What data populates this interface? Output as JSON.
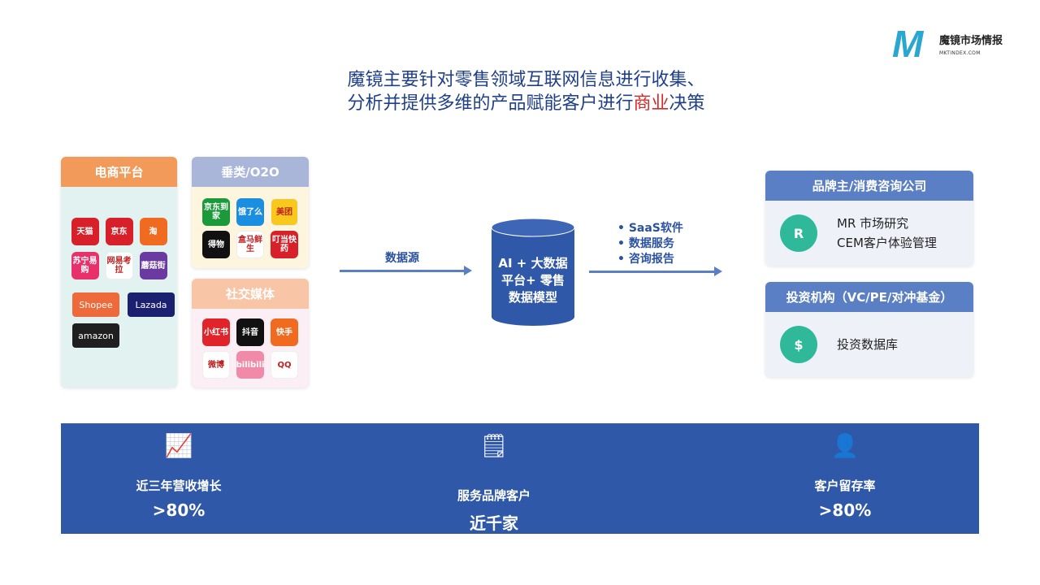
{
  "logo": {
    "mark": "M",
    "name": "魔镜市场情报",
    "url": "MKTINDEX.COM"
  },
  "title": {
    "line1": "魔镜主要针对零售领域互联网信息进行收集、",
    "line2_pre": "分析并提供多维的产品赋能客户进行",
    "line2_highlight": "商业",
    "line2_post": "决策"
  },
  "panels": {
    "ecommerce": {
      "title": "电商平台",
      "apps": [
        {
          "label": "天猫",
          "color": "#d8202a"
        },
        {
          "label": "京东",
          "color": "#d8202a"
        },
        {
          "label": "淘",
          "color": "#f06a20"
        },
        {
          "label": "苏宁易购",
          "color": "#e8306a"
        },
        {
          "label": "网易考拉",
          "color": "#ffffff"
        },
        {
          "label": "蘑菇街",
          "color": "#6a3aa0"
        }
      ],
      "wide": [
        {
          "label": "Shopee",
          "color": "#ee6a3a"
        },
        {
          "label": "Lazada",
          "color": "#1c2070"
        },
        {
          "label": "amazon",
          "color": "#1f1f1f"
        }
      ]
    },
    "vertical": {
      "title": "垂类/O2O",
      "apps": [
        {
          "label": "京东到家",
          "color": "#1a9a3a"
        },
        {
          "label": "饿了么",
          "color": "#1a8ee0"
        },
        {
          "label": "美团",
          "color": "#f8c81a"
        },
        {
          "label": "得物",
          "color": "#111111"
        },
        {
          "label": "盒马鲜生",
          "color": "#ffffff"
        },
        {
          "label": "叮当快药",
          "color": "#d8202a"
        }
      ]
    },
    "social": {
      "title": "社交媒体",
      "apps": [
        {
          "label": "小红书",
          "color": "#e0242a"
        },
        {
          "label": "抖音",
          "color": "#111111"
        },
        {
          "label": "快手",
          "color": "#f06a20"
        },
        {
          "label": "微博",
          "color": "#ffffff"
        },
        {
          "label": "bilibili",
          "color": "#f08aa8"
        },
        {
          "label": "QQ",
          "color": "#ffffff"
        }
      ]
    }
  },
  "flow": {
    "source_label": "数据源",
    "core": {
      "line1": "AI + 大数据",
      "line2": "平台+ 零售",
      "line3": "数据模型"
    },
    "outputs": [
      "SaaS软件",
      "数据服务",
      "咨询报告"
    ]
  },
  "clients": [
    {
      "title": "品牌主/消费咨询公司",
      "icon": "R",
      "lines": [
        "MR 市场研究",
        "CEM客户体验管理"
      ]
    },
    {
      "title": "投资机构（VC/PE/对冲基金）",
      "icon": "$",
      "lines": [
        "投资数据库"
      ]
    }
  ],
  "stats": [
    {
      "label": "近三年营收增长",
      "value": ">80%"
    },
    {
      "label": "服务品牌客户",
      "value": "近千家"
    },
    {
      "label": "客户留存率",
      "value": ">80%"
    }
  ]
}
